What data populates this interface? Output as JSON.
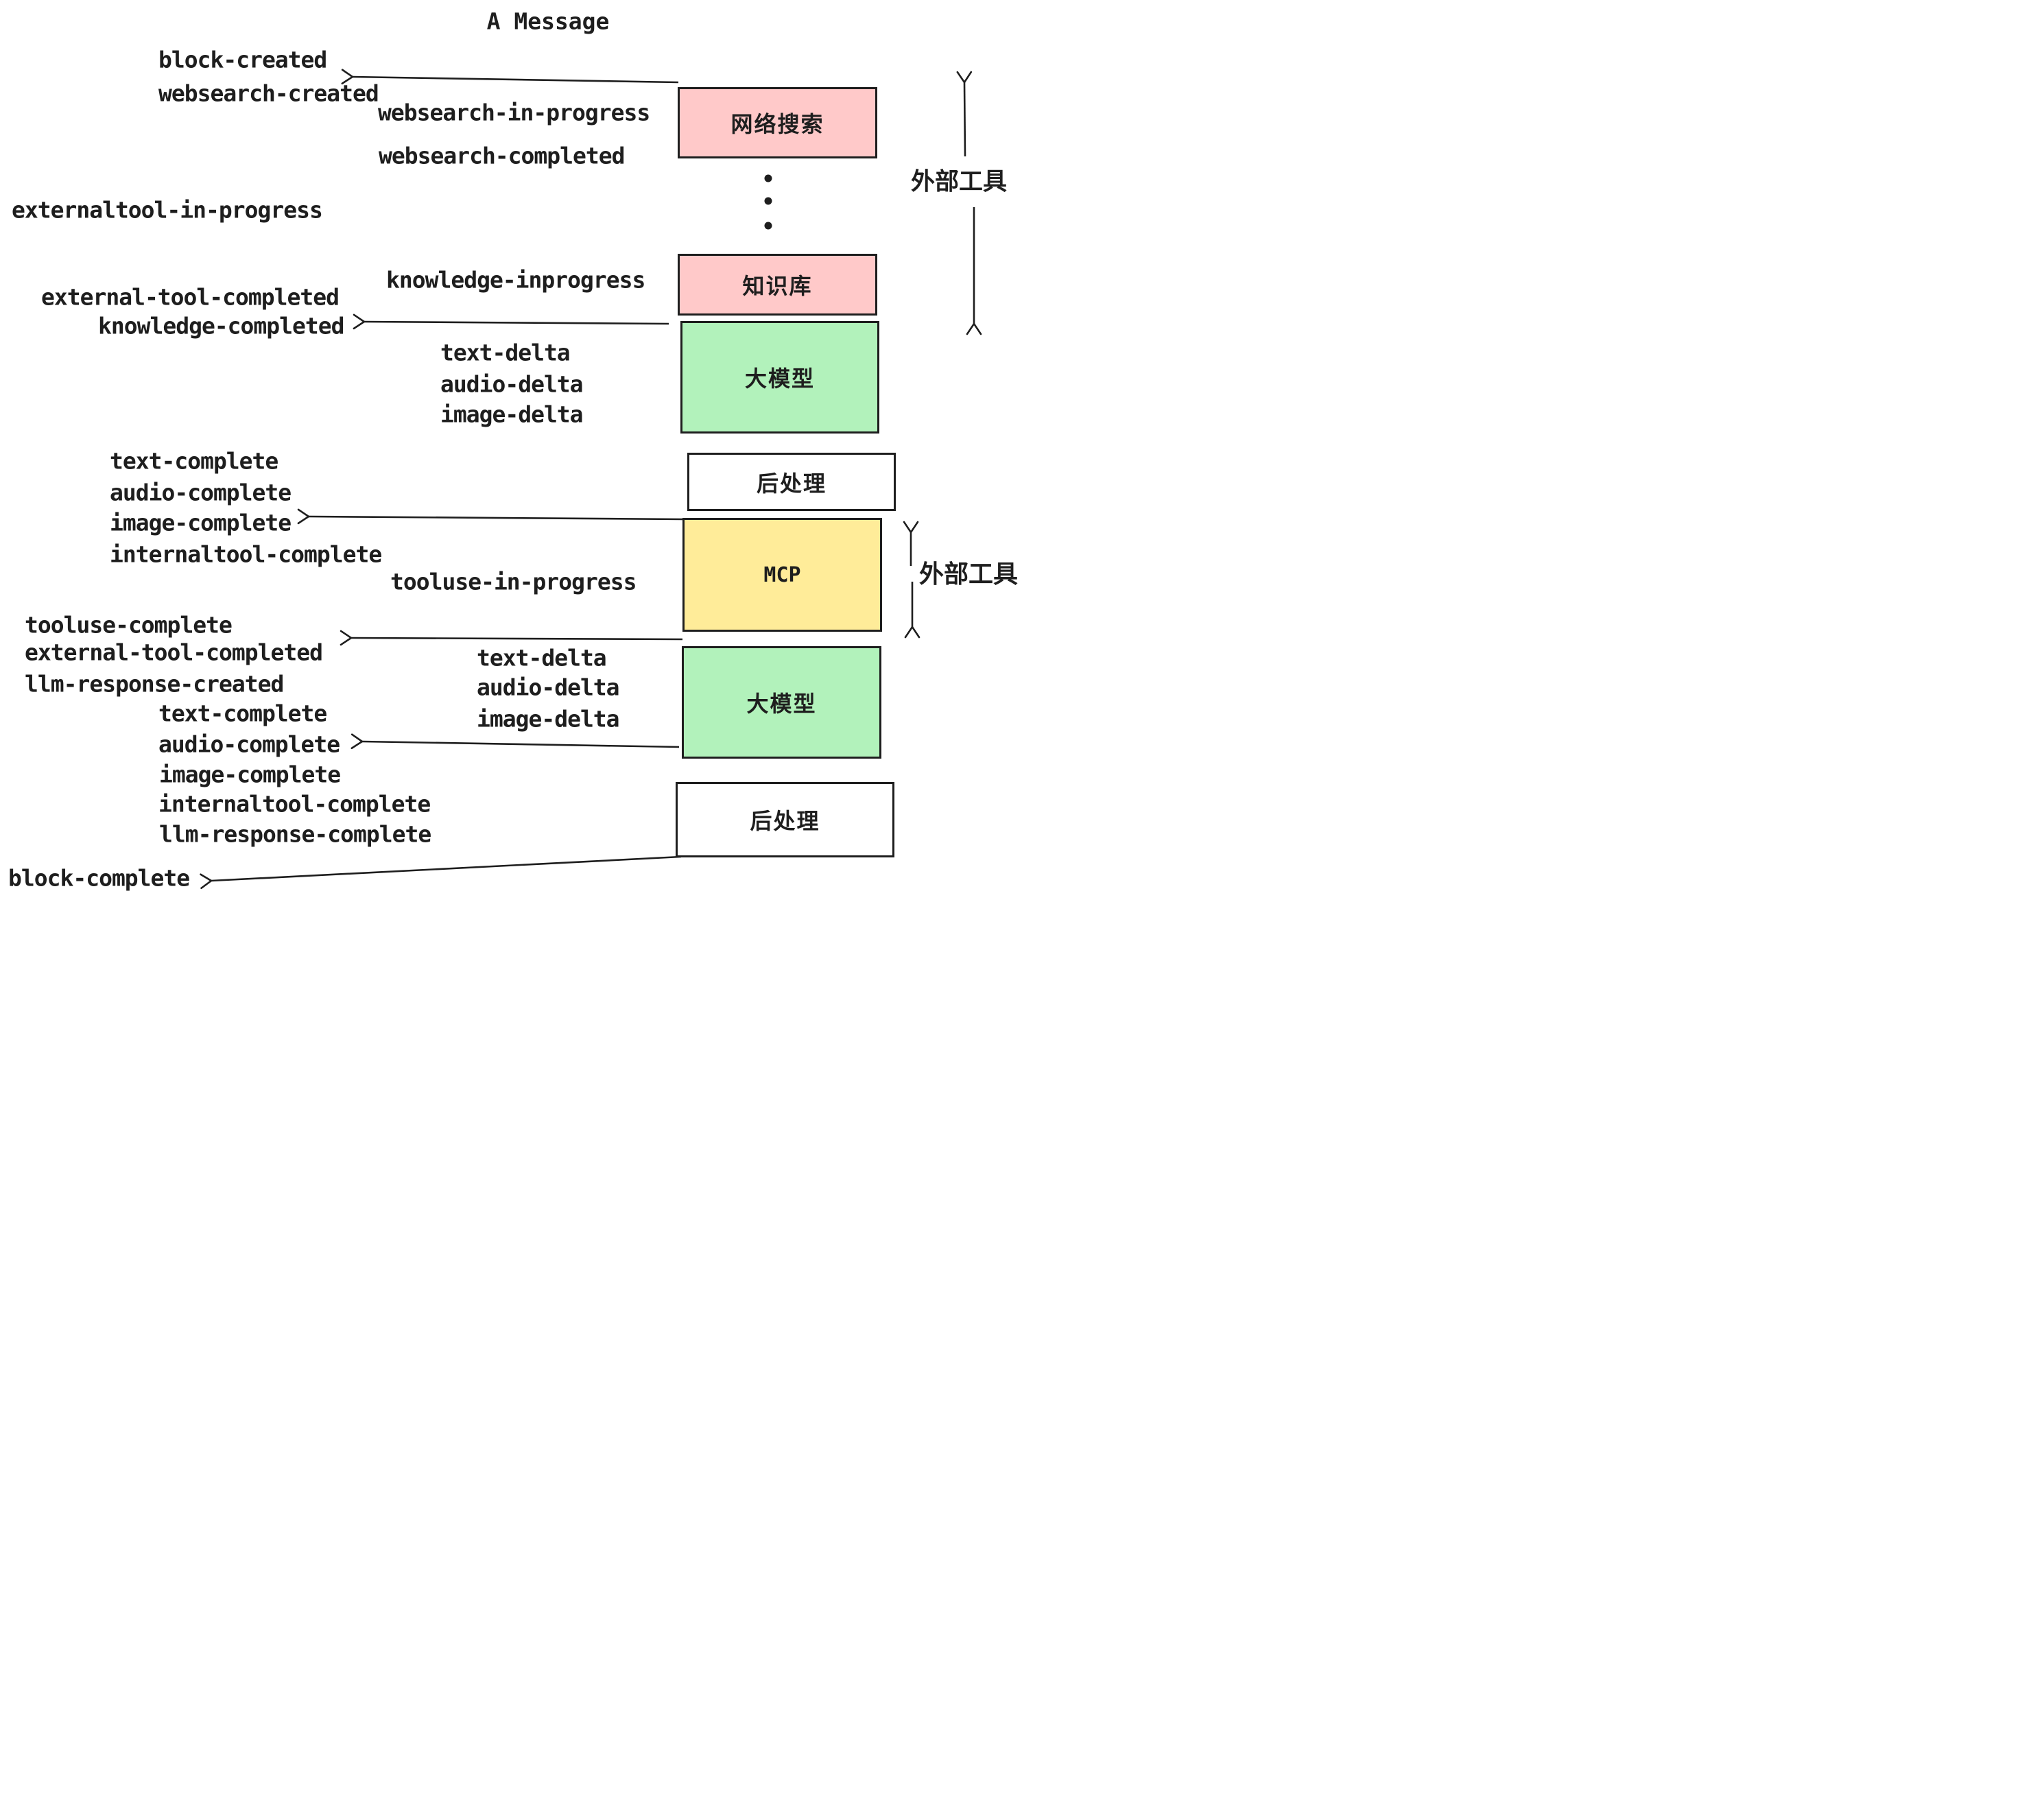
{
  "title": "A Message",
  "colors": {
    "box_pink": "#ffc9c9",
    "box_green": "#b2f2bb",
    "box_yellow": "#ffec99",
    "box_white": "#ffffff",
    "stroke": "#1e1e1e"
  },
  "boxes": {
    "websearch": "网络搜索",
    "knowledge": "知识库",
    "llm1": "大模型",
    "post1": "后处理",
    "mcp": "MCP",
    "llm2": "大模型",
    "post2": "后处理"
  },
  "side_labels": {
    "external_tools_top": "外部工具",
    "external_tools_middle": "外部工具"
  },
  "events": {
    "block_created": "block-created",
    "websearch_created": "websearch-created",
    "websearch_in_progress": "websearch-in-progress",
    "websearch_completed": "websearch-completed",
    "externaltool_in_progress": "externaltool-in-progress",
    "knowledge_inprogress": "knowledge-inprogress",
    "external_tool_completed_1": "external-tool-completed",
    "knowledge_completed": "knowledge-completed",
    "text_delta_1": "text-delta",
    "audio_delta_1": "audio-delta",
    "image_delta_1": "image-delta",
    "text_complete_1": "text-complete",
    "audio_complete_1": "audio-complete",
    "image_complete_1": "image-complete",
    "internaltool_complete_1": "internaltool-complete",
    "tooluse_in_progress": "tooluse-in-progress",
    "tooluse_complete": "tooluse-complete",
    "external_tool_completed_2": "external-tool-completed",
    "llm_response_created": "llm-response-created",
    "text_complete_2": "text-complete",
    "audio_complete_2": "audio-complete",
    "image_complete_2": "image-complete",
    "internaltool_complete_2": "internaltool-complete",
    "llm_response_complete": "llm-response-complete",
    "text_delta_2": "text-delta",
    "audio_delta_2": "audio-delta",
    "image_delta_2": "image-delta",
    "block_complete": "block-complete"
  }
}
